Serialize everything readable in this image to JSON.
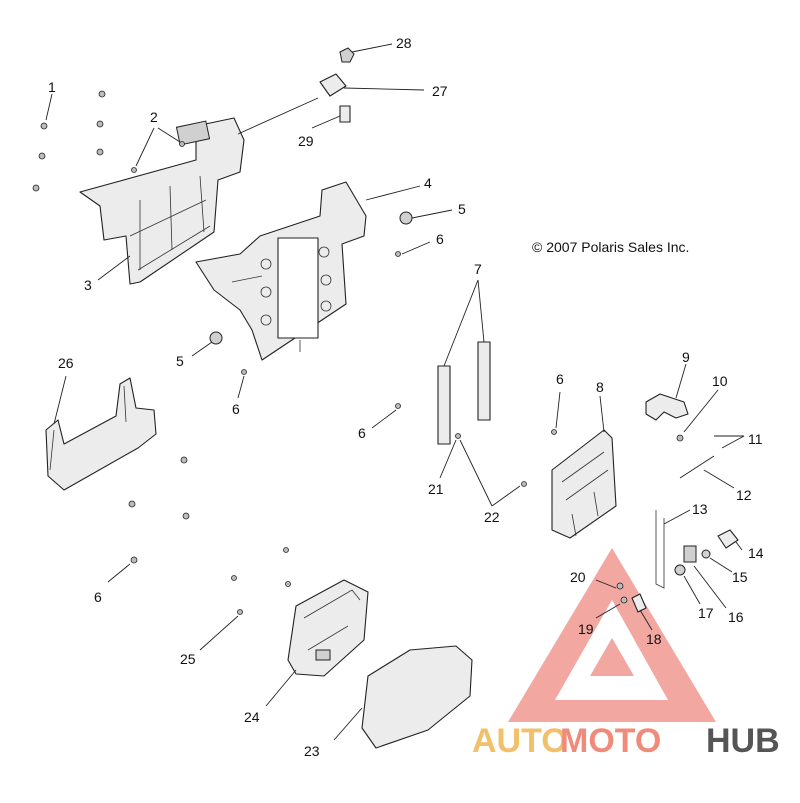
{
  "copyright": "© 2007 Polaris Sales Inc.",
  "watermark": {
    "part1": "AUTO",
    "part2": "MOTO",
    "part3": "HUB",
    "color_part1": "#f3c06a",
    "color_part2": "#f08a7a",
    "color_part3": "#555555",
    "triangle_color": "#ee8a80"
  },
  "callouts": [
    "1",
    "2",
    "3",
    "4",
    "5",
    "5",
    "6",
    "6",
    "6",
    "6",
    "6",
    "7",
    "8",
    "9",
    "10",
    "11",
    "12",
    "13",
    "14",
    "15",
    "16",
    "17",
    "18",
    "19",
    "20",
    "21",
    "22",
    "23",
    "24",
    "25",
    "26",
    "27",
    "28",
    "29"
  ]
}
